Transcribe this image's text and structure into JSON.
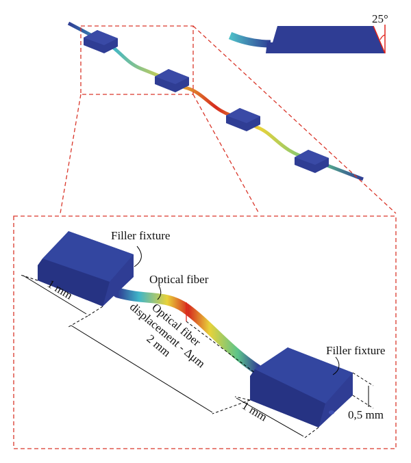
{
  "colors": {
    "fixture": "#2f3d94",
    "fixture_dark": "#1f2a70",
    "fixture_top": "#3a4aa6",
    "zoom_box": "#d9362a",
    "angle_marker": "#e0231b"
  },
  "inset": {
    "angle_label": "25°"
  },
  "detail": {
    "filler_fixture_left": "Filler fixture",
    "optical_fiber": "Optical fiber",
    "left_width": "1 mm",
    "displacement_line1": "Optical fiber",
    "displacement_line2": "displacement - Δμm",
    "span": "2 mm",
    "filler_fixture_right": "Filler fixture",
    "right_width": "1 mm",
    "height": "0,5 mm"
  }
}
